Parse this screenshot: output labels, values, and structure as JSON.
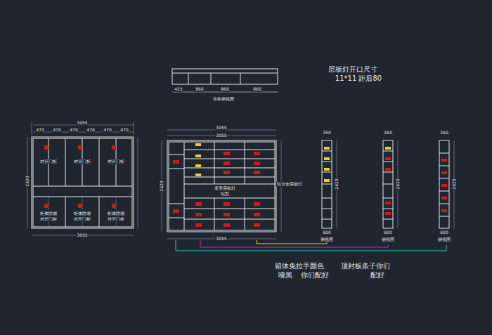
{
  "diagram": {
    "labels": [
      "层板灯开口尺寸",
      "11*11 距后80",
      "吊柜俯视图",
      "425",
      "866",
      "866",
      "866",
      "3055",
      "470",
      "470",
      "470",
      "470",
      "470",
      "470",
      "2620",
      "3055",
      "对开门柜",
      "对开门柜",
      "对开门柜",
      "柜体防潮",
      "柜体防潮",
      "柜体防潮",
      "对开门柜",
      "对开门柜",
      "对开门柜",
      "3055",
      "3055",
      "2620",
      "柔美层板灯",
      "铝型",
      "铝合金层板灯",
      "3055",
      "350",
      "2620",
      "600",
      "侧视图",
      "350",
      "2620",
      "600",
      "侧视图",
      "350",
      "2620",
      "600",
      "侧视图",
      "箱体免拉手颜色",
      "哑黑",
      "你们配好",
      "顶封板条子你们",
      "配好"
    ]
  }
}
